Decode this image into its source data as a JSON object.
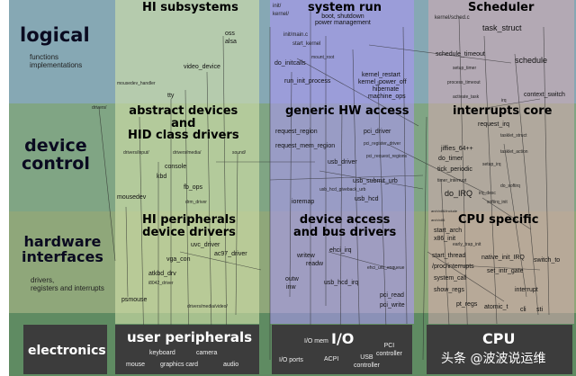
{
  "rows": {
    "logical": {
      "title": "logical",
      "sub": "functions\nimplementations"
    },
    "device_control": {
      "title": "device\ncontrol"
    },
    "hardware": {
      "title": "hardware\ninterfaces",
      "sub": "drivers,\nregisters and interrupts"
    },
    "electronics": {
      "title": "electronics"
    }
  },
  "columns": {
    "hi": {
      "header_logical": "HI subsystems",
      "header_device": "abstract devices\nand\nHID class drivers",
      "header_hardware": "HI peripherals\ndevice drivers",
      "bottom_title": "user peripherals",
      "bottom_items": {
        "keyboard": "keyboard",
        "camera": "camera",
        "mouse": "mouse",
        "graphics_card": "graphics card",
        "audio": "audio"
      }
    },
    "sys": {
      "header_logical": "system run",
      "header_device": "generic HW access",
      "header_hardware": "device access\nand bus drivers",
      "bottom_title": "I/O",
      "bottom_items": {
        "io_mem": "I/O mem",
        "io_ports": "I/O ports",
        "acpi": "ACPI",
        "usb_controller": "USB\ncontroller",
        "pci_controller": "PCI\ncontroller"
      }
    },
    "cpu": {
      "header_logical": "Scheduler",
      "header_device": "interrupts core",
      "header_hardware": "CPU specific",
      "bottom_title": "CPU"
    }
  },
  "labels": {
    "hi": {
      "oss": "oss",
      "alsa": "alsa",
      "video_device": "video_device",
      "mousedev_handler": "mousedev_handler",
      "tty": "tty",
      "drivers_left": "drivers/",
      "drivers_input": "drivers/input/",
      "drivers_media": "drivers/media/",
      "sound": "sound/",
      "console": "console",
      "kbd": "kbd",
      "fb_ops": "fb_ops",
      "drm_driver": "drm_driver",
      "mousedev": "mousedev",
      "uvc_driver": "uvc_driver",
      "ac97_driver": "ac97_driver",
      "vga_con": "vga_con",
      "atkbd_drv": "atkbd_drv",
      "i8042_driver": "i8042_driver",
      "psmouse": "psmouse",
      "drivers_media_video": "drivers/media/video/"
    },
    "sys": {
      "init": "init/",
      "kernel": "kernel/",
      "boot_shutdown": "boot, shutdown\npower management",
      "init_main": "init/main.c",
      "start_kernel": "start_kernel",
      "mount_root": "mount_root",
      "do_initcalls": "do_initcalls",
      "run_init_process": "run_init_process",
      "kernel_restart": "kernel_restart",
      "kernel_power_off": "kernel_power_off",
      "hibernate": "hibernate",
      "machine_ops": "machine_ops",
      "request_region": "request_region",
      "pci_driver": "pci_driver",
      "request_mem_region": "request_mem_region",
      "pci_register_driver": "pci_register_driver",
      "pci_request_regions": "pci_request_regions",
      "usb_driver": "usb_driver",
      "usb_submit_urb": "usb_submit_urb",
      "usb_hcd_giveback_urb": "usb_hcd_giveback_urb",
      "usb_hcd": "usb_hcd",
      "ioremap": "ioremap",
      "ehci_irq": "ehci_irq",
      "writew": "writew",
      "readw": "readw",
      "ehci_urb_enqueue": "ehci_urb_enqueue",
      "outw": "outw",
      "inw": "inw",
      "usb_hcd_irq": "usb_hcd_irq",
      "pci_read": "pci_read",
      "pci_write": "pci_write"
    },
    "cpu": {
      "kernel_sched": "kernel/sched.c",
      "task_struct": "task_struct",
      "schedule_timeout": "schedule_timeout",
      "schedule": "schedule",
      "setup_timer": "setup_timer",
      "process_timeout": "process_timeout",
      "activate_task": "activate_task",
      "irq": "irq",
      "context_switch": "context_switch",
      "request_irq": "request_irq",
      "tasklet_struct": "tasklet_struct",
      "jiffies": "jiffies_64++",
      "tasklet_action": "tasklet_action",
      "do_timer": "do_timer",
      "setup_irq": "setup_irq",
      "tick_periodic": "tick_periodic",
      "timer_interrupt": "timer_interrupt",
      "do_softirq": "do_softirq",
      "do_irq": "do_IRQ",
      "irq_desc": "irq_desc",
      "softirq_init": "softirq_init",
      "arch_include": "arch/x86/include",
      "arch_x86": "arch/x86",
      "start_arch": "start_arch",
      "x86_init": "x86_init",
      "early_trap_init": "early_trap_init",
      "start_thread": "start_thread",
      "native_init_irq": "native_init_IRQ",
      "proc_interrupts": "/proc/interrupts",
      "set_intr_gate": "set_intr_gate",
      "system_call": "system_call",
      "show_regs": "show_regs",
      "switch_to": "switch_to",
      "interrupt": "interrupt",
      "pt_regs": "pt_regs",
      "atomic_t": "atomic_t",
      "cli": "cli",
      "sti": "sti"
    }
  },
  "watermark": "头条 @波波说运维",
  "colors": {
    "logical_band": "#86a8b4",
    "device_band": "#80a584",
    "hardware_band": "#8fa77a",
    "electronics_band": "#5f8b62",
    "hi_column": "#c7d6a8",
    "sys_column": "#a59ad8",
    "cpu_column": "#c4a4a7",
    "bottom_box": "#3c3c3c"
  }
}
